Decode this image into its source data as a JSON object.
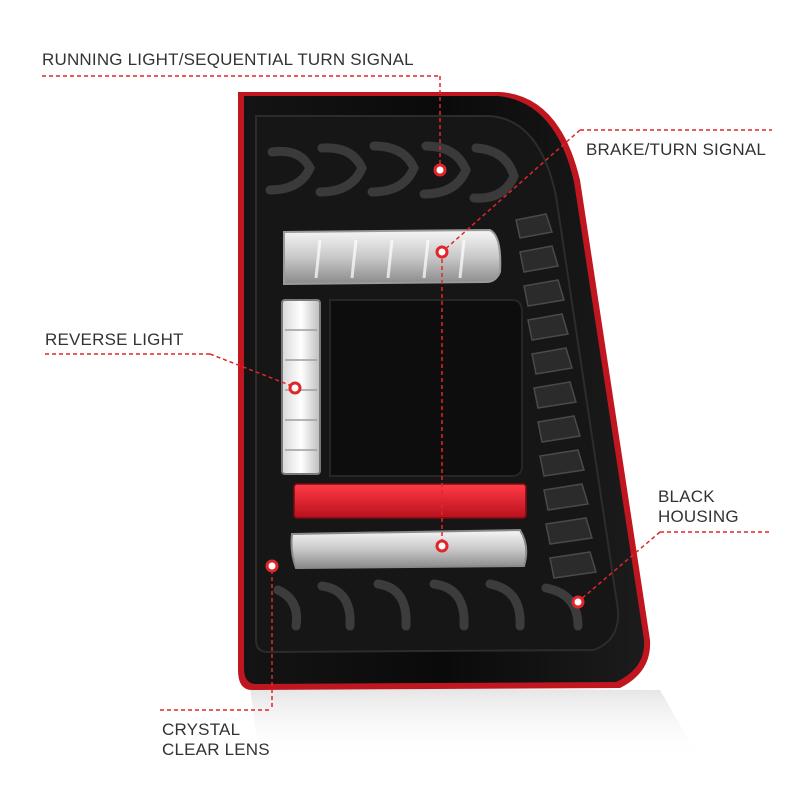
{
  "accent_color": "#e0262b",
  "callouts": {
    "running_light": "RUNNING LIGHT/SEQUENTIAL TURN SIGNAL",
    "brake_turn": "BRAKE/TURN SIGNAL",
    "reverse_light": "REVERSE LIGHT",
    "black_housing_line1": "BLACK",
    "black_housing_line2": "HOUSING",
    "crystal_lens_line1": "CRYSTAL",
    "crystal_lens_line2": "CLEAR LENS"
  }
}
